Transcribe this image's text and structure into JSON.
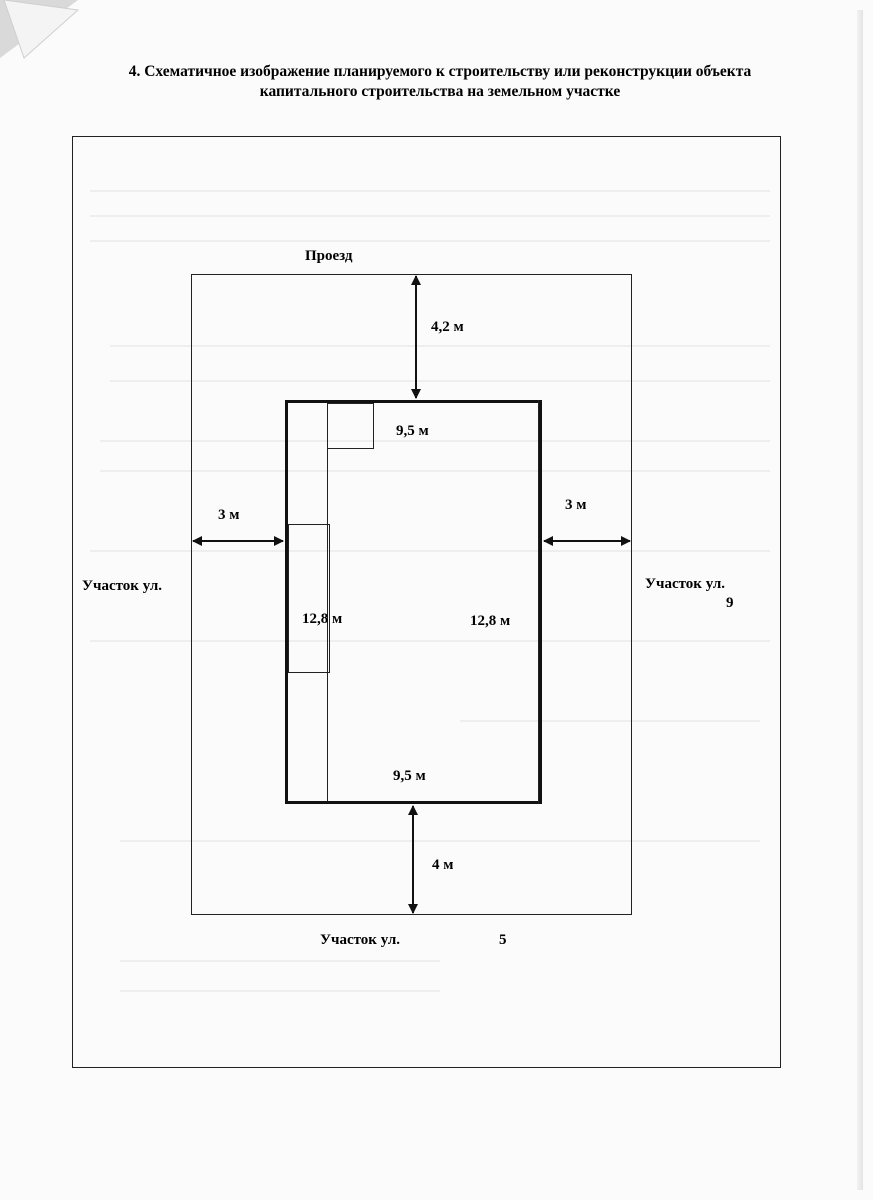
{
  "document": {
    "title_line1": "4. Схематичное изображение планируемого к строительству или реконструкции объекта",
    "title_line2": "капитального строительства на земельном участке"
  },
  "diagram": {
    "neighbors": {
      "top": "Проезд",
      "left": "Участок ул.",
      "right": "Участок ул.",
      "right_suffix": "9",
      "bottom": "Участок ул.",
      "bottom_suffix": "5"
    },
    "setbacks": {
      "top": "4,2 м",
      "left": "3 м",
      "right": "3 м",
      "bottom": "4 м"
    },
    "building_dimensions": {
      "top_width": "9,5 м",
      "bottom_width": "9,5 м",
      "left_height": "12,8 м",
      "right_height": "12,8 м"
    },
    "line_color": "#111111"
  }
}
